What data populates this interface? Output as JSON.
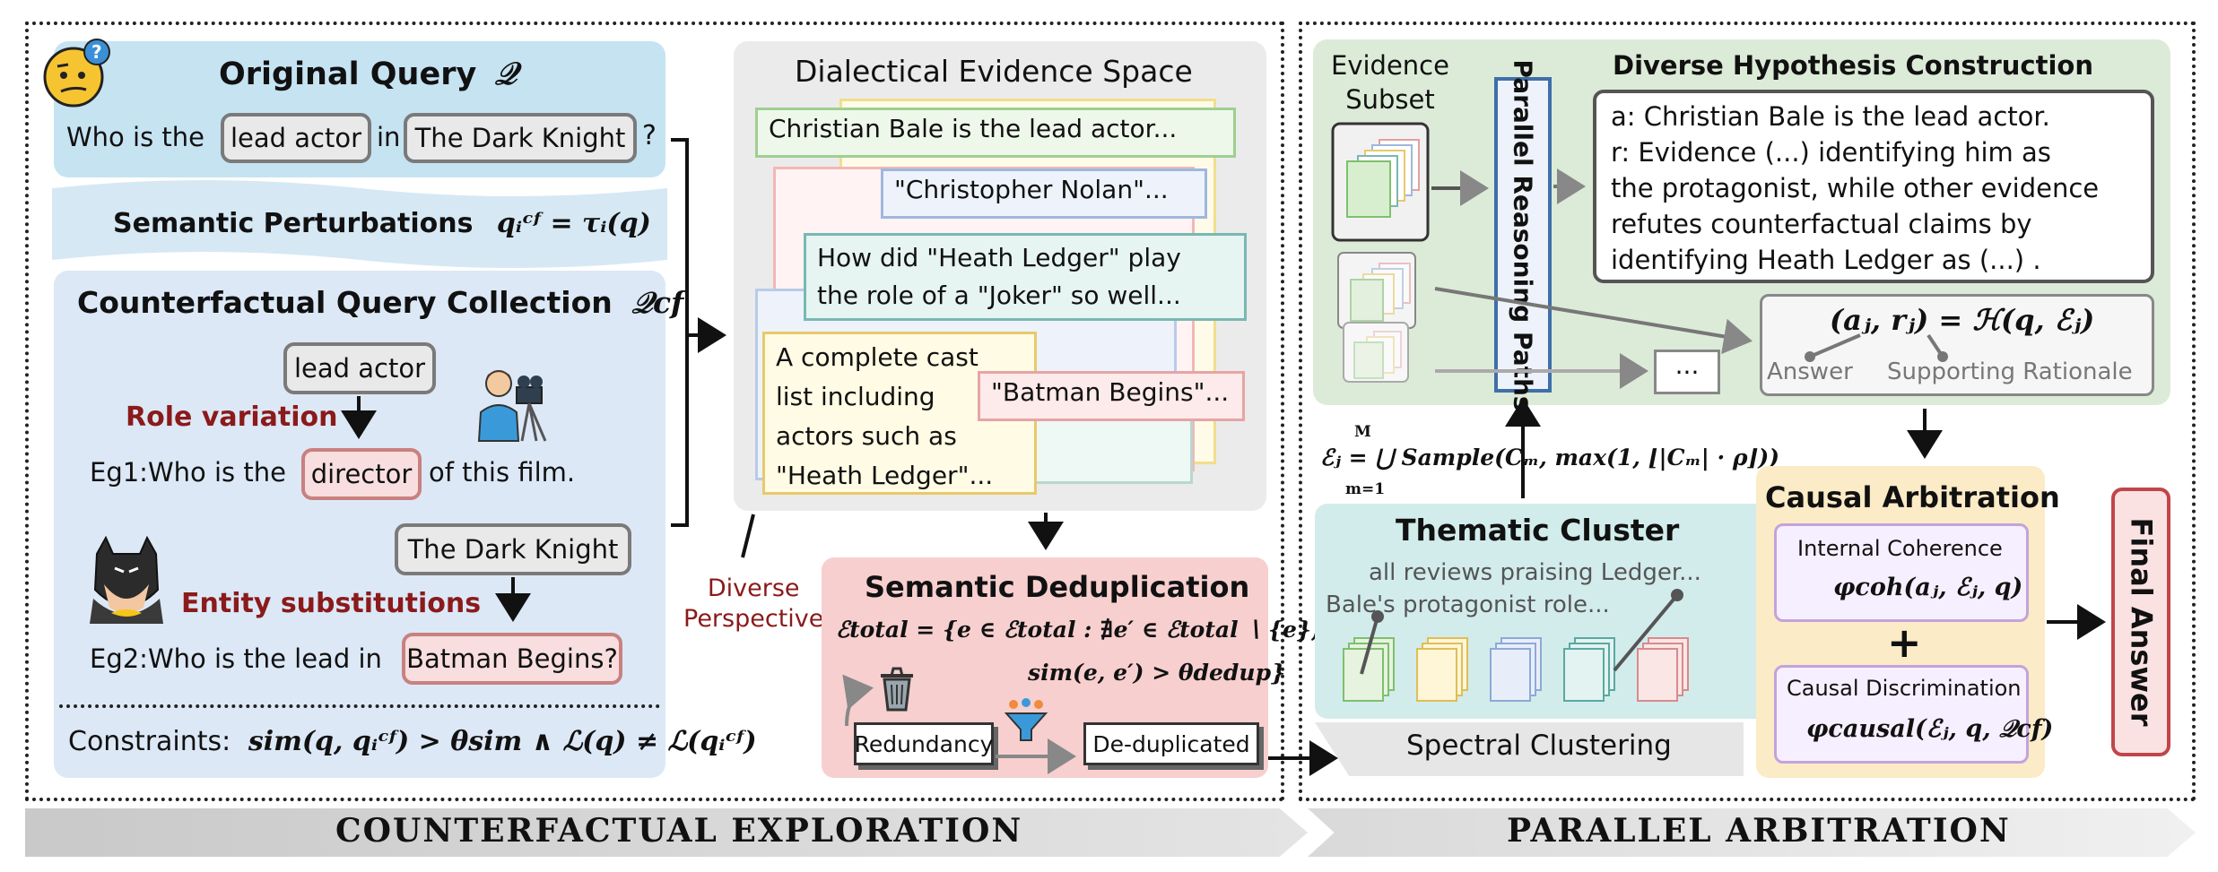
{
  "left": {
    "original_query": {
      "title": "Original Query",
      "symbol": "𝒬",
      "q_prefix": "Who is the",
      "q_tag1": "lead actor",
      "q_in": "in",
      "q_tag2": "The Dark Knight",
      "q_mark": "?"
    },
    "perturbation": {
      "label": "Semantic Perturbations",
      "formula": "qᵢᶜᶠ = τᵢ(q)"
    },
    "collection": {
      "title": "Counterfactual Query Collection",
      "symbol": "𝒬cf",
      "tag_lead": "lead actor",
      "role_label": "Role variation",
      "eg1_prefix": "Eg1:Who is the",
      "eg1_tag": "director",
      "eg1_suffix": "of this film.",
      "tag_dk": "The Dark Knight",
      "entity_label": "Entity substitutions",
      "eg2_prefix": "Eg2:Who is the lead in",
      "eg2_tag": "Batman Begins?"
    },
    "constraints": {
      "label": "Constraints:",
      "formula": "sim(q, qᵢᶜᶠ) > θsim ∧ ℒ(q) ≠ ℒ(qᵢᶜᶠ)"
    }
  },
  "evidence_space": {
    "title": "Dialectical Evidence Space",
    "card1": "Christian Bale is the lead actor...",
    "card2": "\"Christopher Nolan\"...",
    "card3_l1": "How did \"Heath Ledger\" play",
    "card3_l2": "the role of a \"Joker\" so well...",
    "card4_l1": "A complete cast",
    "card4_l2": "list including",
    "card4_l3": "actors such as",
    "card4_l4": "\"Heath Ledger\"...",
    "card5": "\"Batman Begins\"...",
    "diverse_l1": "Diverse",
    "diverse_l2": "Perspective"
  },
  "dedup": {
    "title": "Semantic Deduplication",
    "formula_l1": "ℰtotal = {e ∈ ℰtotal : ∄e′ ∈ ℰtotal ∖ {e},",
    "formula_l2": "sim(e, e′) > θdedup}",
    "redundancy": "Redundancy",
    "deduplicated": "De-duplicated"
  },
  "right": {
    "evidence_subset_l1": "Evidence",
    "evidence_subset_l2": "Subset",
    "parallel_paths": "Parallel Reasoning Paths",
    "hypo_title": "Diverse Hypothesis Construction",
    "hypo_l1": "a: Christian Bale is the lead actor.",
    "hypo_l2": "r: Evidence (...) identifying him as",
    "hypo_l3": "the protagonist, while other evidence",
    "hypo_l4": "refutes counterfactual claims by",
    "hypo_l5": "identifying Heath Ledger as (...) .",
    "hypo_formula": "(aⱼ, rⱼ) = ℋ(q, ℰⱼ)",
    "answer_label": "Answer",
    "rationale_label": "Supporting Rationale",
    "ellipsis": "···",
    "sample_formula": "ℰⱼ = ⋃ Sample(Cₘ, max(1, ⌊|Cₘ| · ρ⌋))",
    "sample_top": "M",
    "sample_bottom": "m=1",
    "thematic_title": "Thematic Cluster",
    "thematic_l1": "all reviews praising Ledger...",
    "thematic_l2": "Bale's protagonist role...",
    "spectral": "Spectral Clustering",
    "causal_title": "Causal Arbitration",
    "internal_label": "Internal Coherence",
    "internal_formula": "φcoh(aⱼ, ℰⱼ, q)",
    "plus": "+",
    "discrim_label": "Causal Discrimination",
    "discrim_formula": "φcausal(ℰⱼ, q, 𝒬cf)",
    "final_answer": "Final Answer"
  },
  "banners": {
    "left": "COUNTERFACTUAL EXPLORATION",
    "right": "PARALLEL ARBITRATION"
  },
  "colors": {
    "blue_panel": "#c6e3f2",
    "light_blue_panel": "#dce8f6",
    "gray_panel": "#ebebeb",
    "pink_panel": "#f7cfcf",
    "green_panel": "#dcebd7",
    "teal_panel": "#d2ecec",
    "yellow_panel": "#fbebc6",
    "dark_red_text": "#8b1a1a",
    "final_answer_border": "#c0464a"
  }
}
